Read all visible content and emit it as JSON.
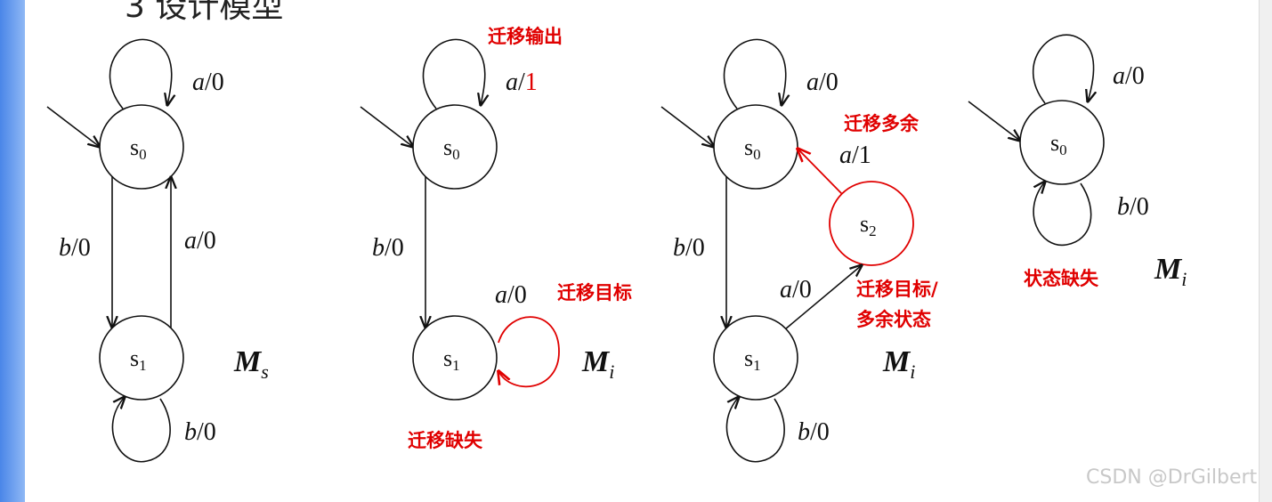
{
  "slide": {
    "title_partial": "3 设计模型",
    "watermark": "CSDN @DrGilbert"
  },
  "colors": {
    "accent": "#e00000",
    "ink": "#111111",
    "sidebar": "#4a86e8"
  },
  "states": {
    "s0": "s",
    "s0_sub": "0",
    "s1": "s",
    "s1_sub": "1",
    "s2": "s",
    "s2_sub": "2"
  },
  "machines": {
    "ms": {
      "name": "M",
      "sub": "s"
    },
    "mi": {
      "name": "M",
      "sub": "i"
    }
  },
  "labels": {
    "a": "a",
    "b": "b",
    "slash0": "/0",
    "slash1": "/",
    "one": "1"
  },
  "annotations": {
    "output_fault": "迁移输出",
    "target_fault": "迁移目标",
    "missing_transition": "迁移缺失",
    "extra_transition": "迁移多余",
    "target_extra_state_1": "迁移目标/",
    "target_extra_state_2": "多余状态",
    "missing_state": "状态缺失"
  }
}
